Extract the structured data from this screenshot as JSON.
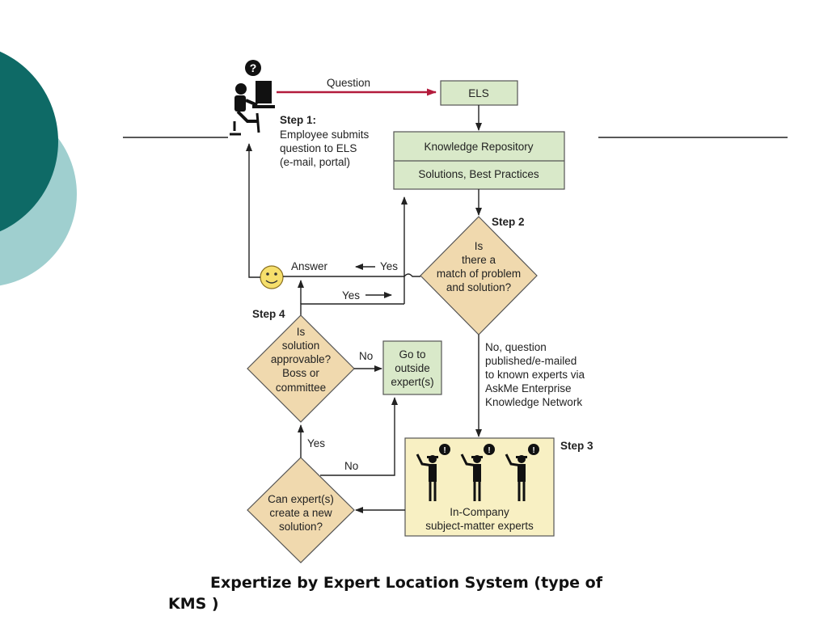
{
  "slide": {
    "caption_line1": "Expertize by Expert Location System (type of",
    "caption_line2": "KMS )"
  },
  "diagram": {
    "question_label": "Question",
    "els_label": "ELS",
    "step1": {
      "title": "Step 1:",
      "lines": [
        "Employee submits",
        "question to ELS",
        "(e-mail, portal)"
      ]
    },
    "repository": {
      "top": "Knowledge Repository",
      "bottom": "Solutions, Best Practices"
    },
    "step2": {
      "title": "Step 2"
    },
    "match_decision": [
      "Is",
      "there a",
      "match of problem",
      "and solution?"
    ],
    "answer_label": "Answer",
    "yes_labels": {
      "answer_yes": "Yes",
      "approval_yes": "Yes",
      "create_yes": "Yes"
    },
    "no_labels": {
      "approval_no": "No",
      "create_no": "No"
    },
    "no_match_text": [
      "No, question",
      "published/e-mailed",
      "to known experts via",
      "AskMe Enterprise",
      "Knowledge Network"
    ],
    "step4": {
      "title": "Step 4"
    },
    "approval_decision": [
      "Is",
      "solution",
      "approvable?",
      "Boss or",
      "committee"
    ],
    "outside_box": [
      "Go to",
      "outside",
      "expert(s)"
    ],
    "step3": {
      "title": "Step 3"
    },
    "experts_box": [
      "In-Company",
      "subject-matter experts"
    ],
    "create_decision": [
      "Can expert(s)",
      "create a new",
      "solution?"
    ],
    "colors": {
      "teal_dark": "#0e6a66",
      "teal_light": "#9fcfcf",
      "box_green": "#d9e9c9",
      "diamond_tan": "#f0d9ae",
      "experts_yellow": "#f8f0c3",
      "question_arrow": "#b31b3c"
    }
  }
}
